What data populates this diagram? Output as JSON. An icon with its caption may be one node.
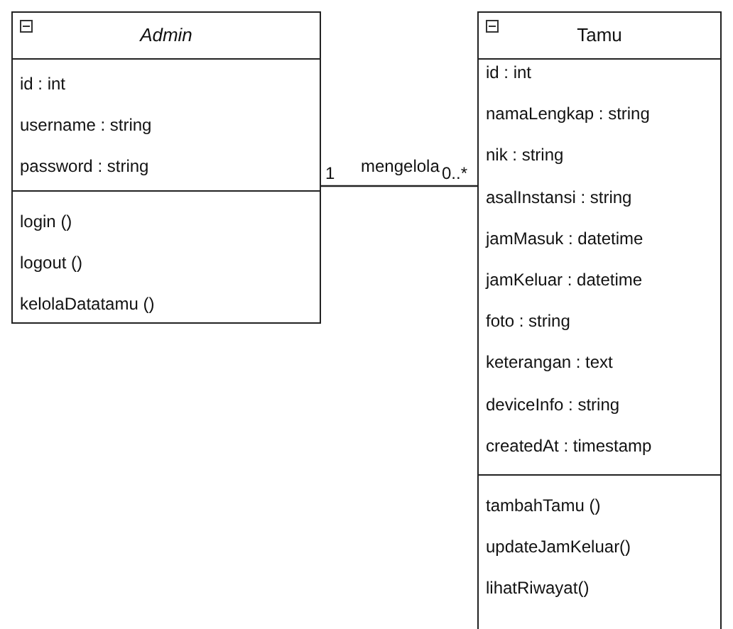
{
  "diagram": {
    "nodes": [
      {
        "text": [
          "Admin"
        ]
      },
      {
        "text": [
          "id : int",
          "username : string",
          "password : string"
        ],
        "in": 0
      },
      {
        "text": [
          "login ()",
          "logout ()",
          "kelolaDatatamu ()"
        ],
        "in": 0
      },
      {
        "text": [
          "Tamu"
        ]
      },
      {
        "text": [
          "id : int",
          "namaLengkap : string",
          "nik : string",
          "asalInstansi : string",
          "jamMasuk : datetime",
          "jamKeluar : datetime",
          "foto : string",
          "keterangan : text",
          "deviceInfo : string",
          "createdAt : timestamp"
        ],
        "in": 3
      },
      {
        "text": [
          "tambahTamu ()",
          "updateJamKeluar()",
          "lihatRiwayat()"
        ],
        "in": 3
      }
    ],
    "edges": [
      {
        "from": 0,
        "to": 3,
        "arrow": "none",
        "label": "mengelola"
      }
    ],
    "labels": [
      "1",
      "0..*"
    ]
  }
}
